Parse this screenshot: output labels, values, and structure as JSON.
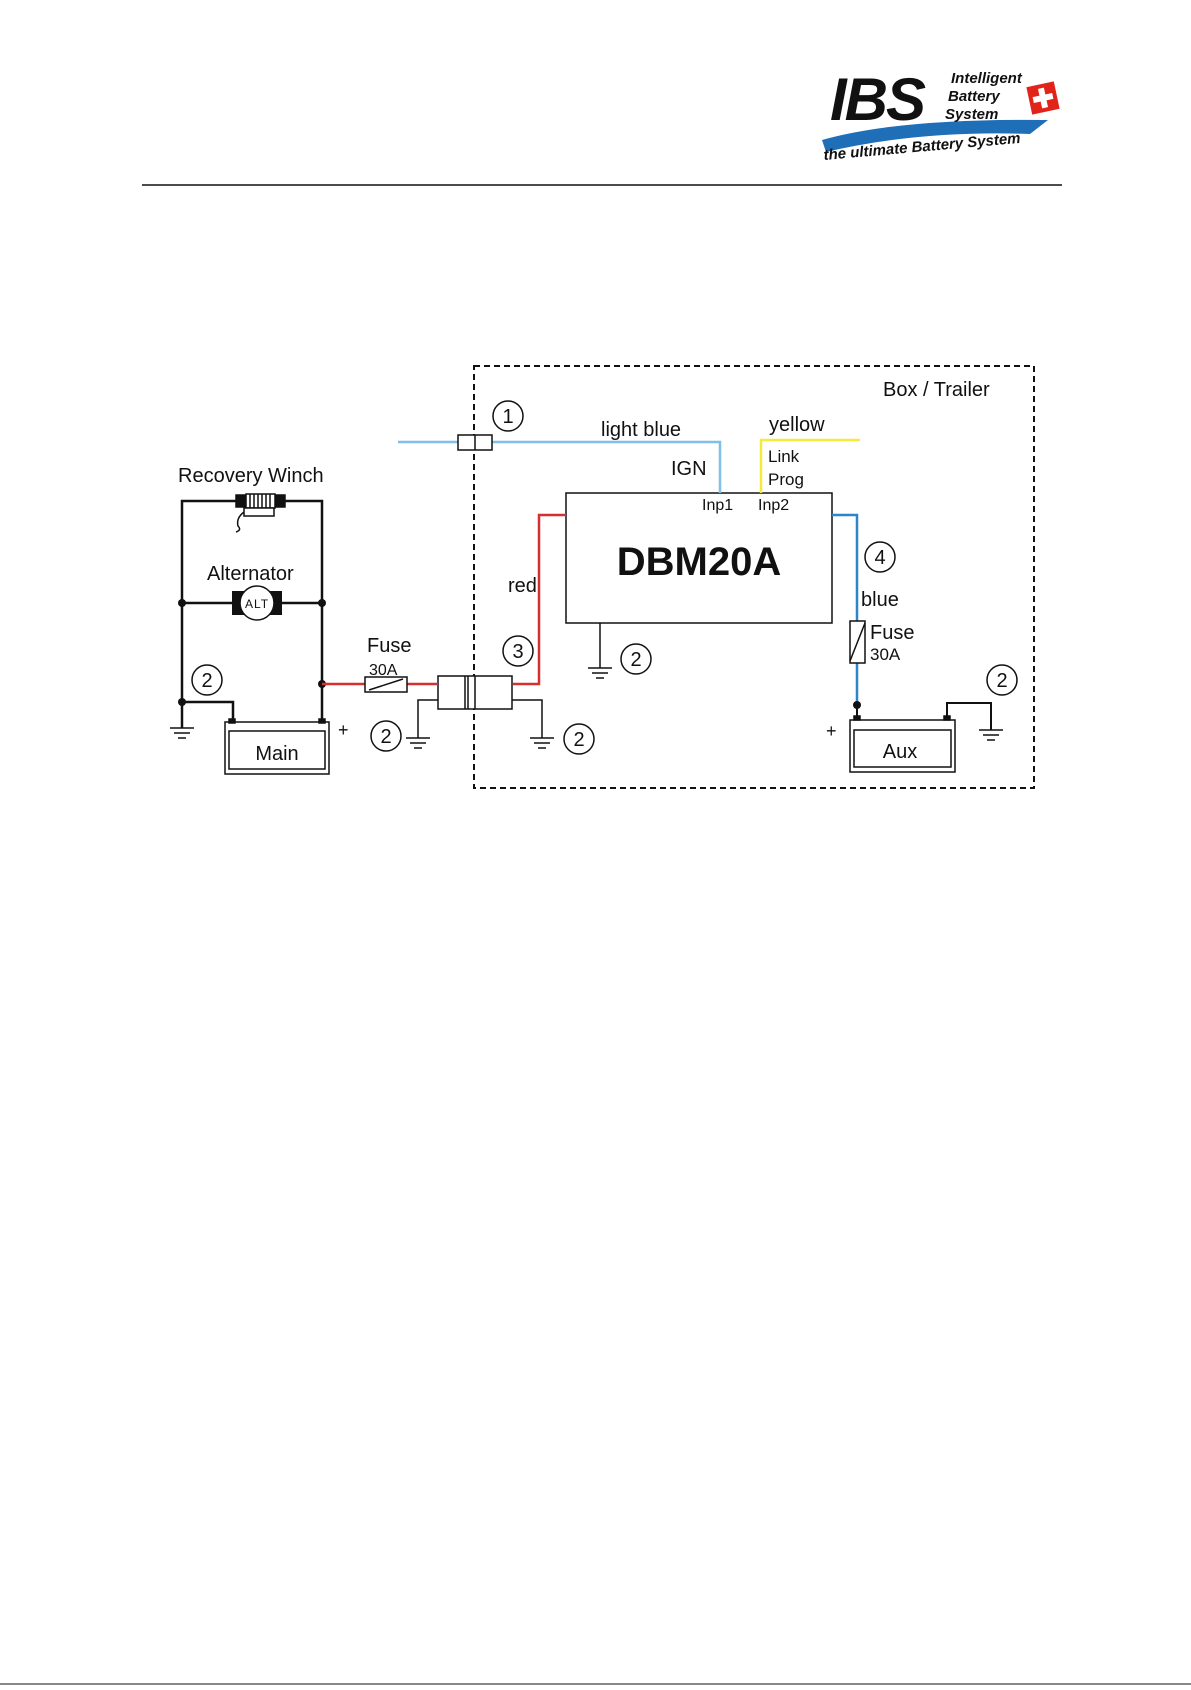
{
  "logo": {
    "brand": "IBS",
    "line1": "Intelligent",
    "line2": "Battery",
    "line3": "System",
    "tagline": "the ultimate Battery System",
    "colors": {
      "brand": "#111111",
      "swoosh": "#1f6fb8",
      "flag": "#e2231a"
    }
  },
  "diagram": {
    "box_label": "Box / Trailer",
    "device": "DBM20A",
    "wires": {
      "light_blue": "light blue",
      "yellow": "yellow",
      "red": "red",
      "blue": "blue"
    },
    "ports": {
      "ign": "IGN",
      "inp1": "Inp1",
      "inp2": "Inp2",
      "link": "Link",
      "prog": "Prog"
    },
    "components": {
      "winch": "Recovery Winch",
      "alternator": "Alternator",
      "alt_symbol": "ALT",
      "main_battery": "Main",
      "aux_battery": "Aux",
      "fuse_left_label": "Fuse",
      "fuse_left_rating": "30A",
      "fuse_right_label": "Fuse",
      "fuse_right_rating": "30A",
      "plus": "+"
    },
    "callouts": {
      "n1": "1",
      "n2": "2",
      "n3": "3",
      "n4": "4"
    },
    "colors": {
      "light_blue": "#7fbfe8",
      "yellow": "#f3ea3a",
      "red": "#d62f2f",
      "blue": "#2a86c9",
      "black": "#111111"
    }
  }
}
